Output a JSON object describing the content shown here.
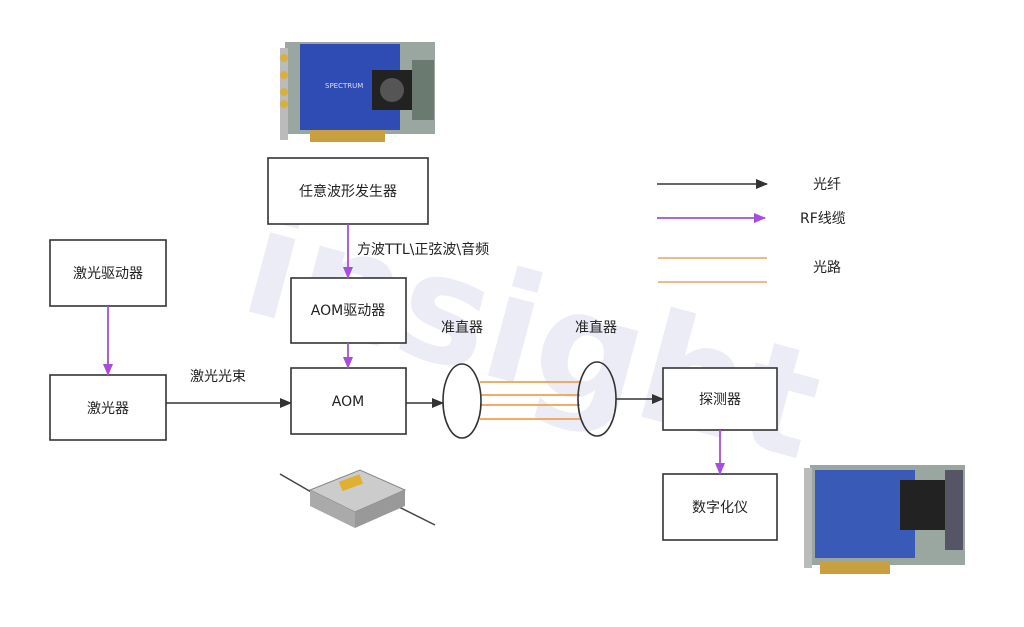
{
  "boxes": {
    "awg": "任意波形发生器",
    "aom_driver": "AOM驱动器",
    "aom": "AOM",
    "laser_driver": "激光驱动器",
    "laser": "激光器",
    "detector": "探测器",
    "digitizer": "数字化仪"
  },
  "labels": {
    "signal": "方波TTL\\正弦波\\音频",
    "laser_beam": "激光光束",
    "collimator_1": "准直器",
    "collimator_2": "准直器"
  },
  "legend": {
    "fiber": "光纤",
    "rf_cable": "RF线缆",
    "light_path": "光路"
  },
  "logos": {
    "card_brand": "SPECTRUM",
    "watermark": "insight"
  },
  "colors": {
    "fiber": "#333333",
    "rf": "#a64de0",
    "light": "#f0a050"
  }
}
